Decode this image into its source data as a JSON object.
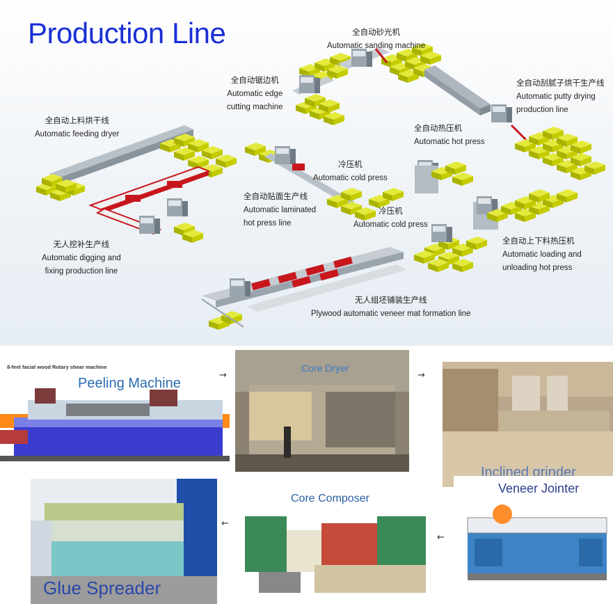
{
  "header": {
    "title": "Production Line"
  },
  "stations": [
    {
      "id": "sanding",
      "cn": "全自动砂光机",
      "en": "Automatic sanding machine"
    },
    {
      "id": "edge",
      "cn": "全自动锯边机",
      "en": "Automatic edge",
      "en2": "cutting machine"
    },
    {
      "id": "putty",
      "cn": "全自动刮腻子烘干生产线",
      "en": "Automatic  putty drying",
      "en2": "production line"
    },
    {
      "id": "feeding",
      "cn": "全自动上料烘干线",
      "en": "Automatic feeding dryer"
    },
    {
      "id": "hotpress",
      "cn": "全自动热压机",
      "en": "Automatic hot press"
    },
    {
      "id": "cold1",
      "cn": "冷压机",
      "en": "Automatic cold press"
    },
    {
      "id": "laminated",
      "cn": "全自动贴面生产线",
      "en": "Automatic laminated",
      "en2": "hot press line"
    },
    {
      "id": "cold2",
      "cn": "冷压机",
      "en": "Automatic cold press"
    },
    {
      "id": "loading",
      "cn": "全自动上下料热压机",
      "en": "Automatic loading and",
      "en2": "unloading hot press"
    },
    {
      "id": "digging",
      "cn": "无人挖补生产线",
      "en": "Automatic  digging and",
      "en2": "fixing production line"
    },
    {
      "id": "veneer",
      "cn": "无人组坯铺装生产线",
      "en": "Plywood automatic veneer mat formation line"
    }
  ],
  "photos": {
    "peeling": {
      "caption_small": "8-feet facial wood Rotary shear machine",
      "title": "Peeling Machine"
    },
    "core_dryer": {
      "title": "Core Dryer"
    },
    "grinder": {
      "title": "Inclined grinder"
    },
    "veneer_jointer": {
      "title": "Veneer Jointer"
    },
    "core_composer": {
      "title": "Core Composer"
    },
    "glue_spreader": {
      "title": "Glue Spreader"
    }
  },
  "arrows": {
    "right": "→",
    "left": "←"
  },
  "colors": {
    "title_blue": "#1a2fd6",
    "board_yellow": "#c9d400",
    "rail_red": "#c8161d",
    "steel": "#8c96a0"
  }
}
